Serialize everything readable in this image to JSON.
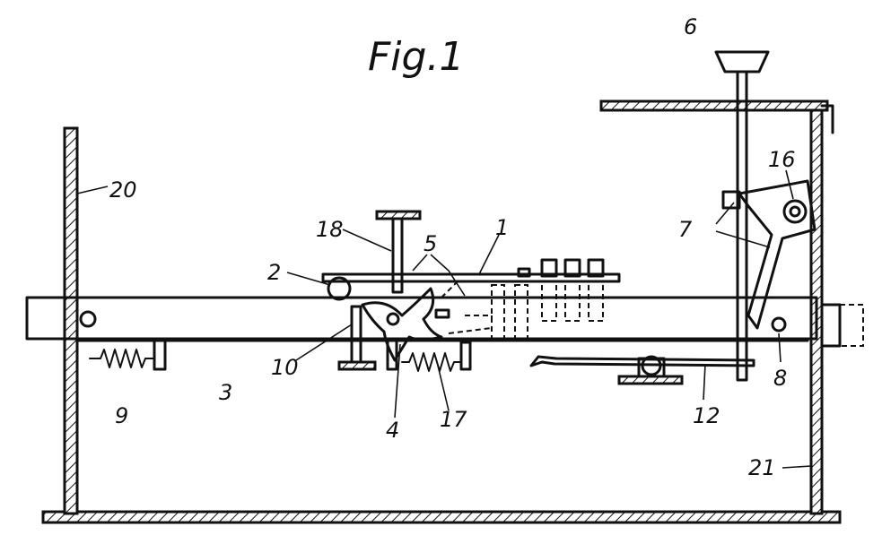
{
  "figure": {
    "title": "Fig.1",
    "labels": [
      "1",
      "2",
      "3",
      "4",
      "5",
      "6",
      "7",
      "8",
      "9",
      "10",
      "12",
      "16",
      "17",
      "18",
      "20",
      "21"
    ]
  }
}
